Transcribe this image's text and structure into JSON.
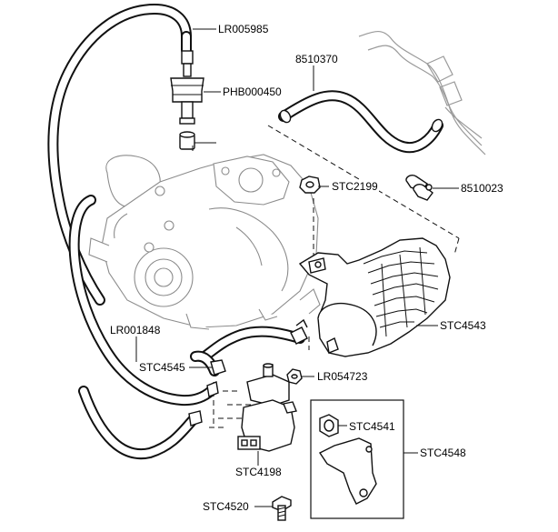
{
  "diagram": {
    "callouts": {
      "lr005985": "LR005985",
      "p8510370": "8510370",
      "phb000450": "PHB000450",
      "stc2199": "STC2199",
      "p8510023": "8510023",
      "stc4543": "STC4543",
      "lr001848": "LR001848",
      "stc4545": "STC4545",
      "lr054723": "LR054723",
      "stc4541": "STC4541",
      "stc4548": "STC4548",
      "stc4198": "STC4198",
      "stc4520": "STC4520"
    }
  }
}
